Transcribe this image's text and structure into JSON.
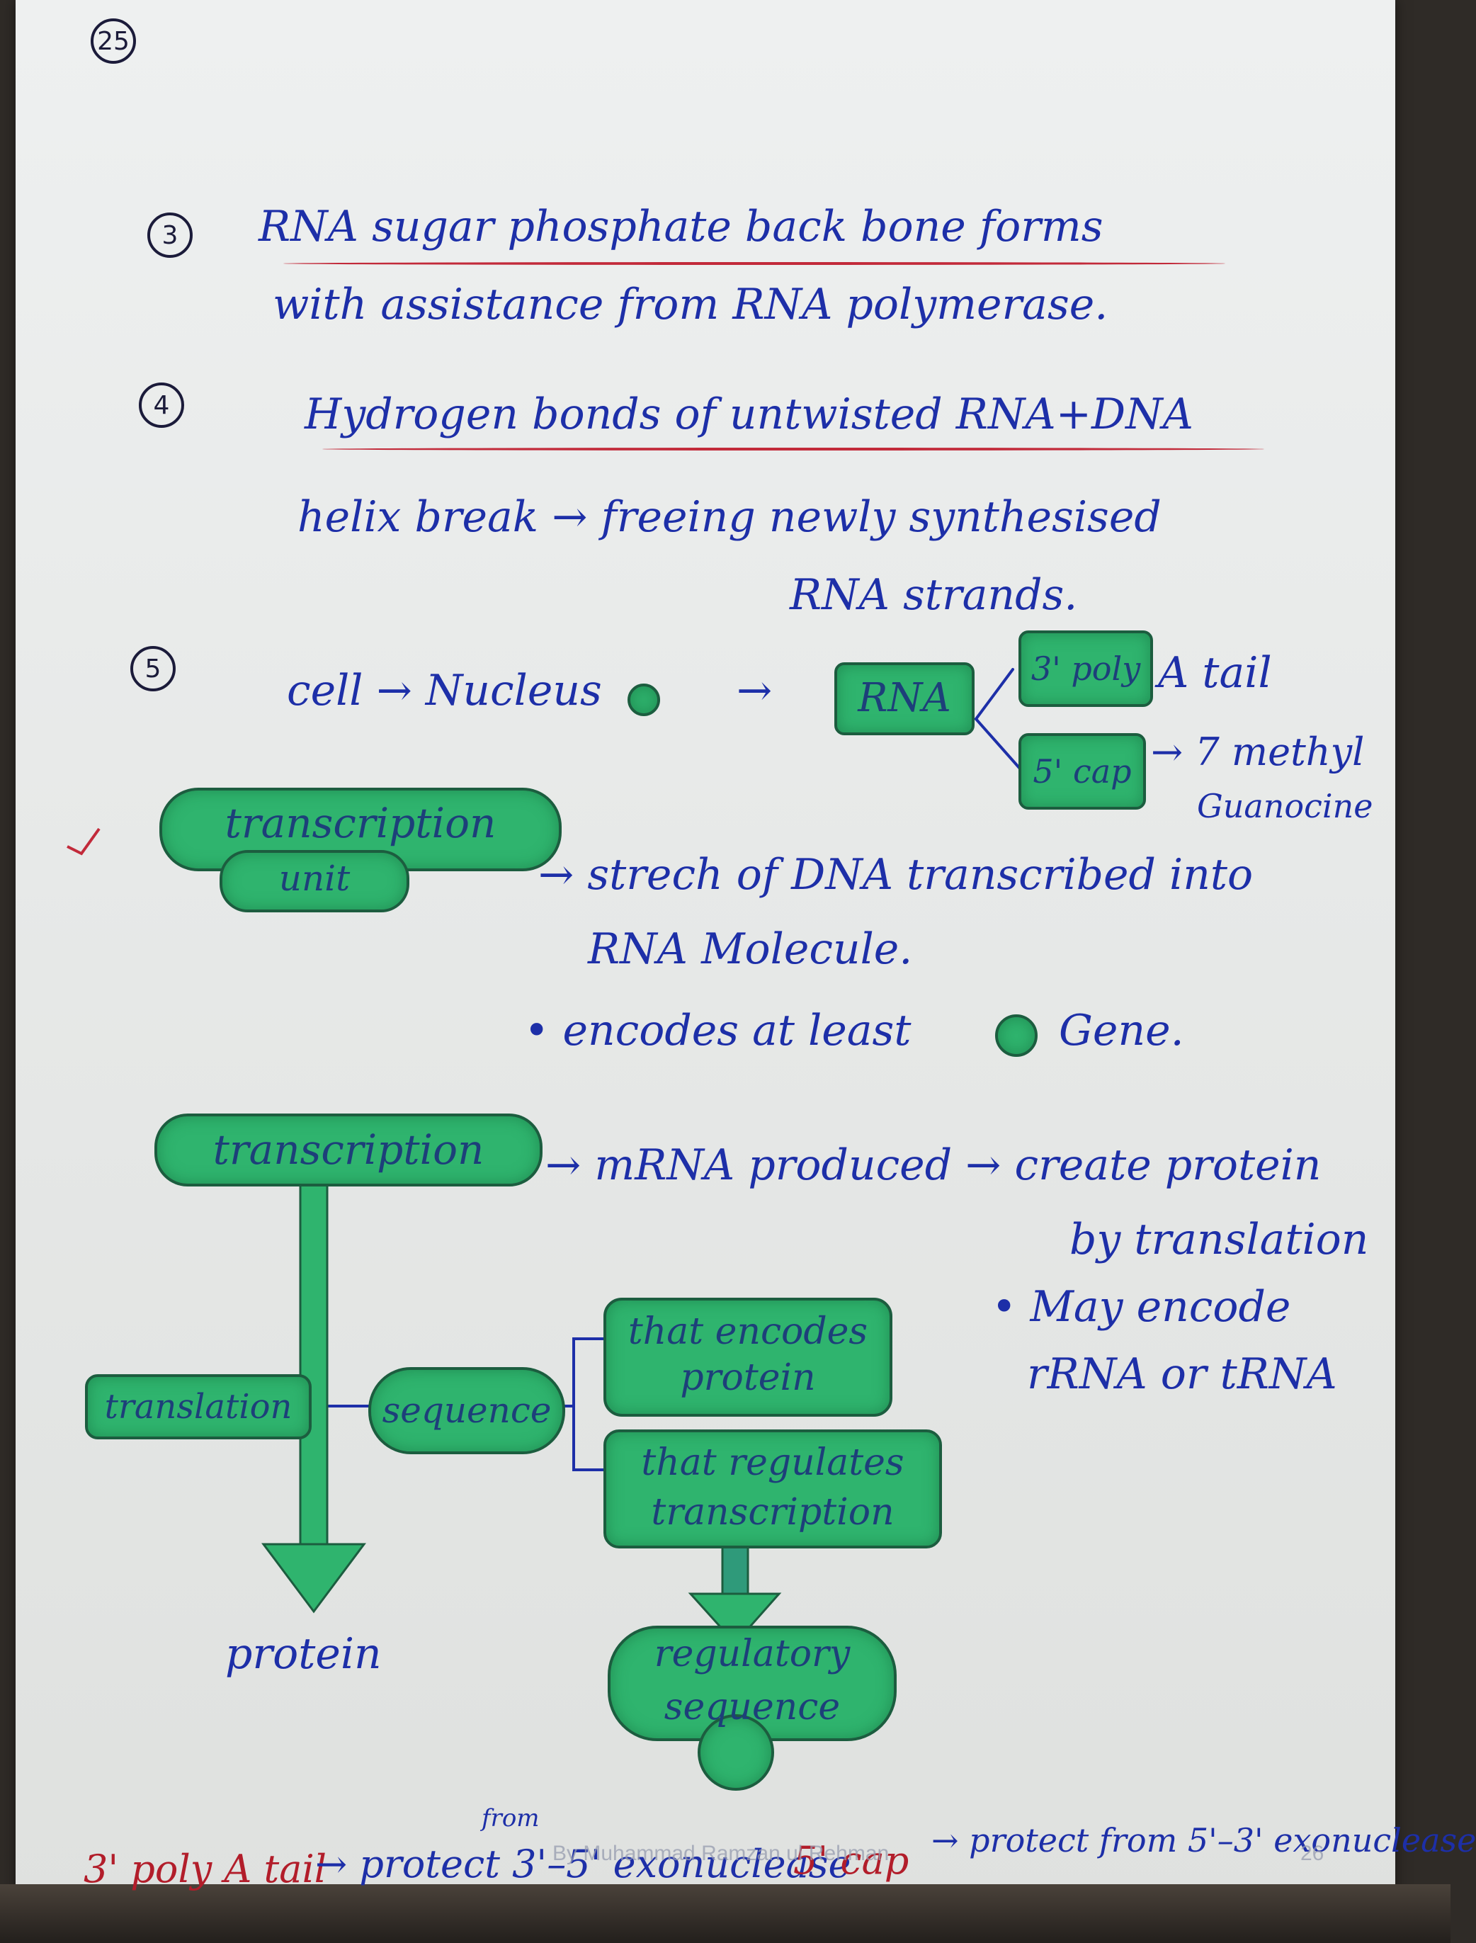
{
  "page_number_top": "25",
  "item3": {
    "number": "3",
    "line1": "RNA sugar phosphate back bone forms",
    "line2": "with assistance from RNA polymerase."
  },
  "item4": {
    "number": "4",
    "line1": "Hydrogen bonds of untwisted RNA+DNA",
    "line2": "helix break → freeing newly synthesised",
    "line3": "RNA strands."
  },
  "item5": {
    "number": "5",
    "flow": "cell → Nucleus",
    "rna_box": "RNA",
    "poly_box": "3' poly",
    "poly_label": "A tail",
    "cap_box": "5' cap",
    "cap_label": "→ 7 methyl",
    "cap_label2": "Guanocine"
  },
  "transcription_unit": {
    "label1": "transcription",
    "label2": "unit",
    "def1": "→ strech of DNA transcribed into",
    "def2": "RNA Molecule.",
    "bullet": "• encodes at least",
    "gene": "Gene."
  },
  "transcription": {
    "label": "transcription",
    "flow": "→ mRNA produced → create protein",
    "flow2": "by translation",
    "note1": "• May encode",
    "note2": "rRNA or tRNA"
  },
  "diagram": {
    "translation": "translation",
    "sequence": "sequence",
    "encodes1": "that encodes",
    "encodes2": "protein",
    "regulates1": "that regulates",
    "regulates2": "transcription",
    "regulatory1": "regulatory",
    "regulatory2": "sequence",
    "protein": "protein"
  },
  "footer": {
    "from_note": "from",
    "left": "3' poly A tail",
    "middle": "→ protect 3'–5' exonuclease",
    "cap": "5' cap",
    "right": "→ protect from 5'–3' exonuclease",
    "watermark": "By Muhammad Ramzan ul Rehman",
    "page_num": "26"
  },
  "colors": {
    "ink_blue": "#1d2fa8",
    "ink_red": "#b21d2a",
    "highlight_green": "#2fb46e"
  }
}
